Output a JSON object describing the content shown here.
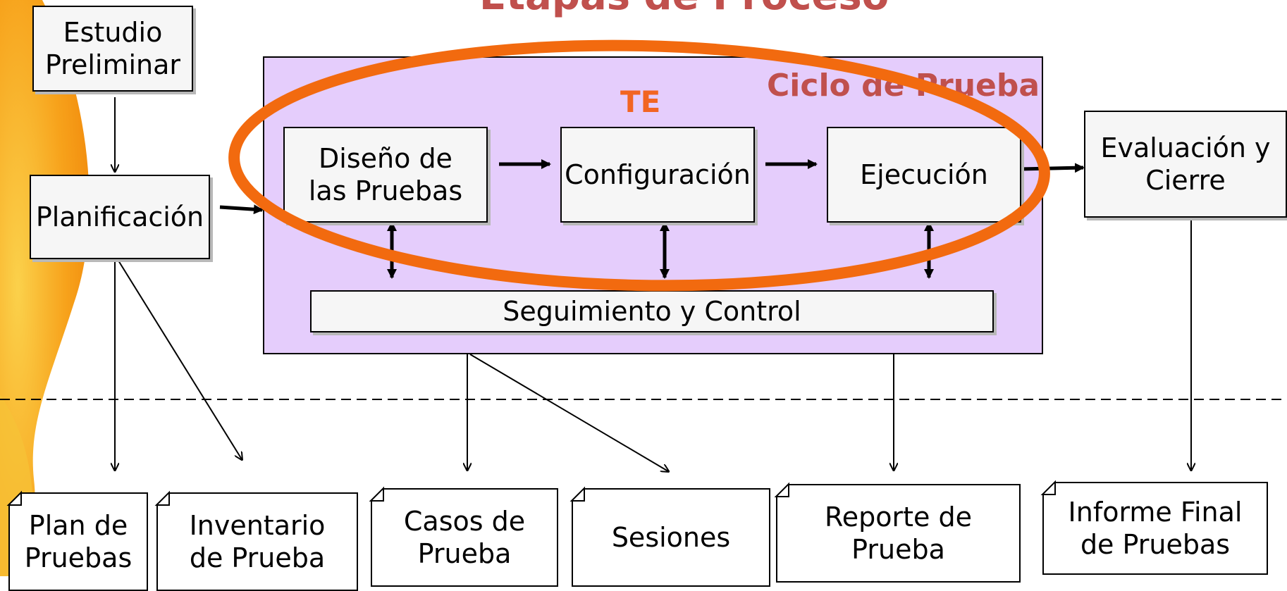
{
  "title": "Etapas de Proceso",
  "cycle_title": "Ciclo de Prueba",
  "te_label": "TE",
  "boxes": {
    "estudio": "Estudio\nPreliminar",
    "planificacion": "Planificación",
    "diseno": "Diseño de\nlas Pruebas",
    "configuracion": "Configuración",
    "ejecucion": "Ejecución",
    "evaluacion": "Evaluación y\nCierre",
    "seguimiento": "Seguimiento y Control"
  },
  "documents": {
    "plan": "Plan de\nPruebas",
    "inventario": "Inventario\nde Prueba",
    "casos": "Casos de\nPrueba",
    "sesiones": "Sesiones",
    "reporte": "Reporte de\nPrueba",
    "informe": "Informe Final\nde Pruebas"
  },
  "colors": {
    "cycle_fill": "#e5cdfc",
    "cycle_title": "#c0504d",
    "te": "#f26522",
    "ellipse": "#f26a0f",
    "accent_orange": "#f7a21b"
  }
}
